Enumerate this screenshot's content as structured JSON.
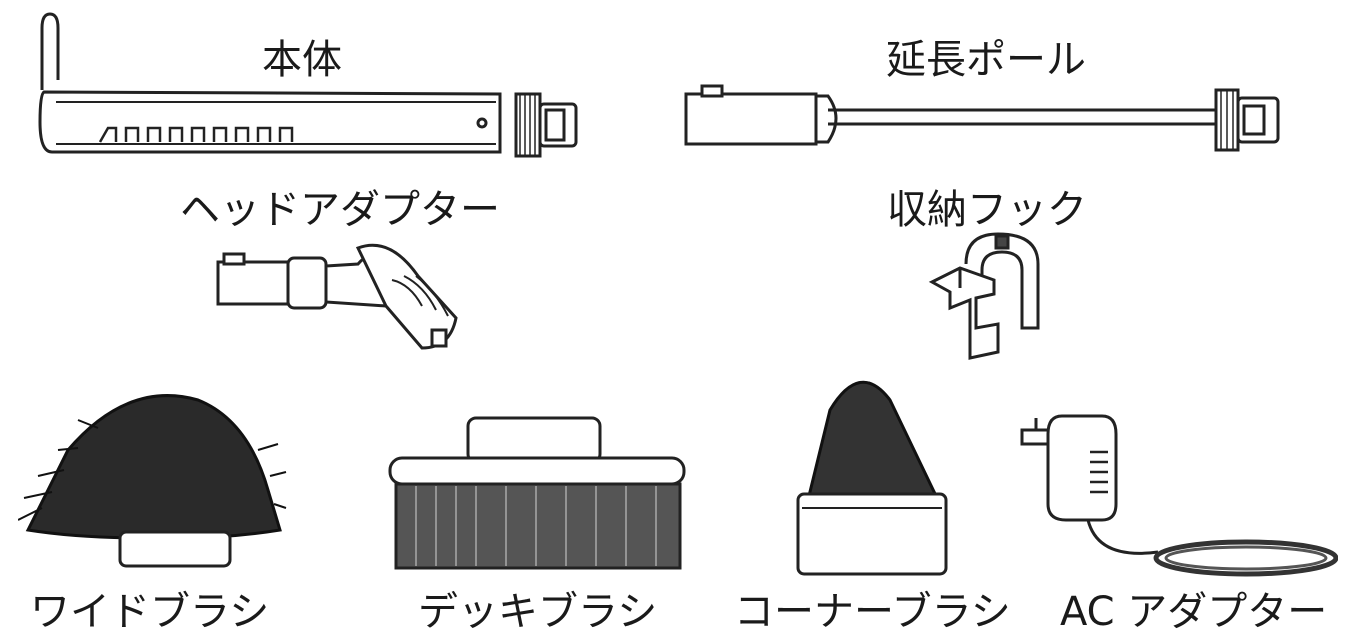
{
  "labels": {
    "body": "本体",
    "extension_pole": "延長ポール",
    "head_adapter": "ヘッドアダプター",
    "storage_hook": "収納フック",
    "wide_brush": "ワイドブラシ",
    "deck_brush": "デッキブラシ",
    "corner_brush": "コーナーブラシ",
    "ac_adapter": "AC アダプター"
  }
}
